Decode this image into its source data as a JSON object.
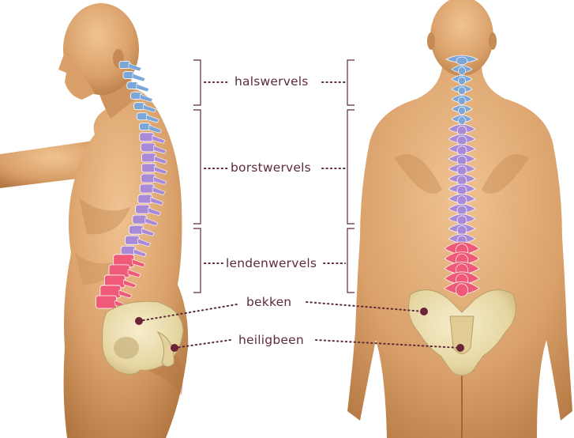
{
  "labels": {
    "cervical": "halswervels",
    "thoracic": "borstwervels",
    "lumbar": "lendenwervels",
    "pelvis": "bekken",
    "sacrum": "heiligbeen"
  },
  "colors": {
    "skin": "#d9a06a",
    "skin_shadow": "#b87c48",
    "skin_light": "#eec190",
    "cervical": "#7ba7d8",
    "thoracic": "#a98ad6",
    "lumbar": "#ee5a78",
    "bone": "#ece0b4",
    "bone_shadow": "#c9b782",
    "text": "#5d2b3a",
    "bracket": "#5d2b3a",
    "dot": "#6b2338"
  }
}
